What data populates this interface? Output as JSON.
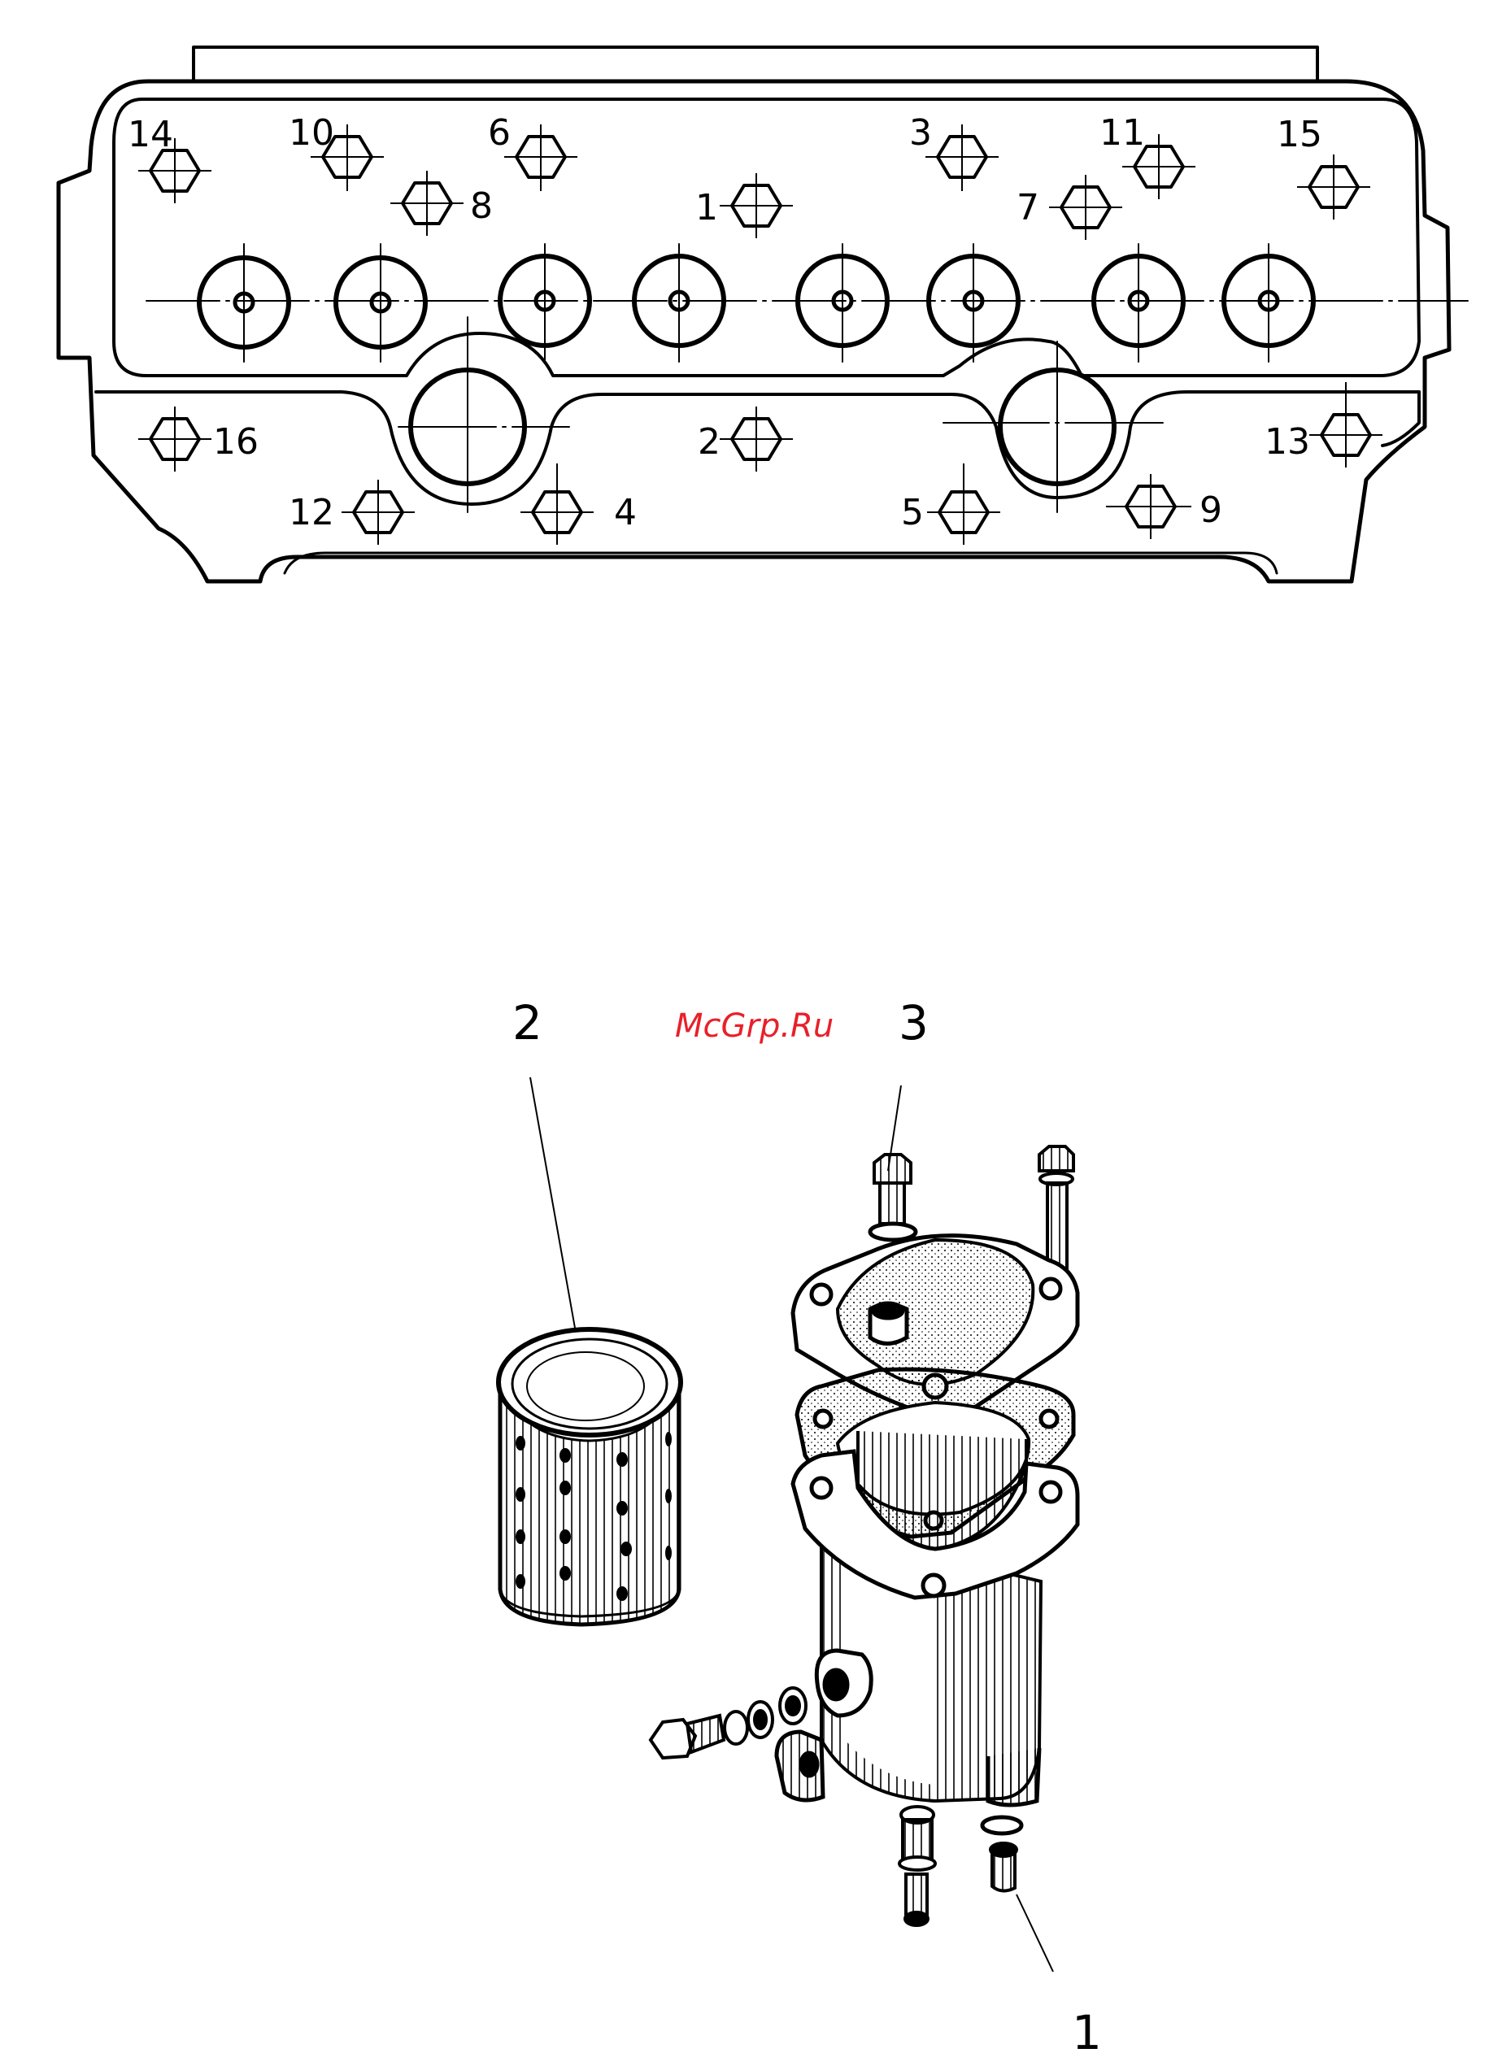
{
  "head_diagram": {
    "bolt_labels": [
      "14",
      "10",
      "6",
      "8",
      "1",
      "3",
      "7",
      "11",
      "15",
      "16",
      "2",
      "13",
      "12",
      "4",
      "5",
      "9"
    ]
  },
  "filter_diagram": {
    "part_labels": [
      "2",
      "3",
      "1"
    ]
  },
  "watermark": "McGrp.Ru",
  "colors": {
    "ink": "#000000",
    "watermark": "#e8202a",
    "paper": "#ffffff"
  }
}
